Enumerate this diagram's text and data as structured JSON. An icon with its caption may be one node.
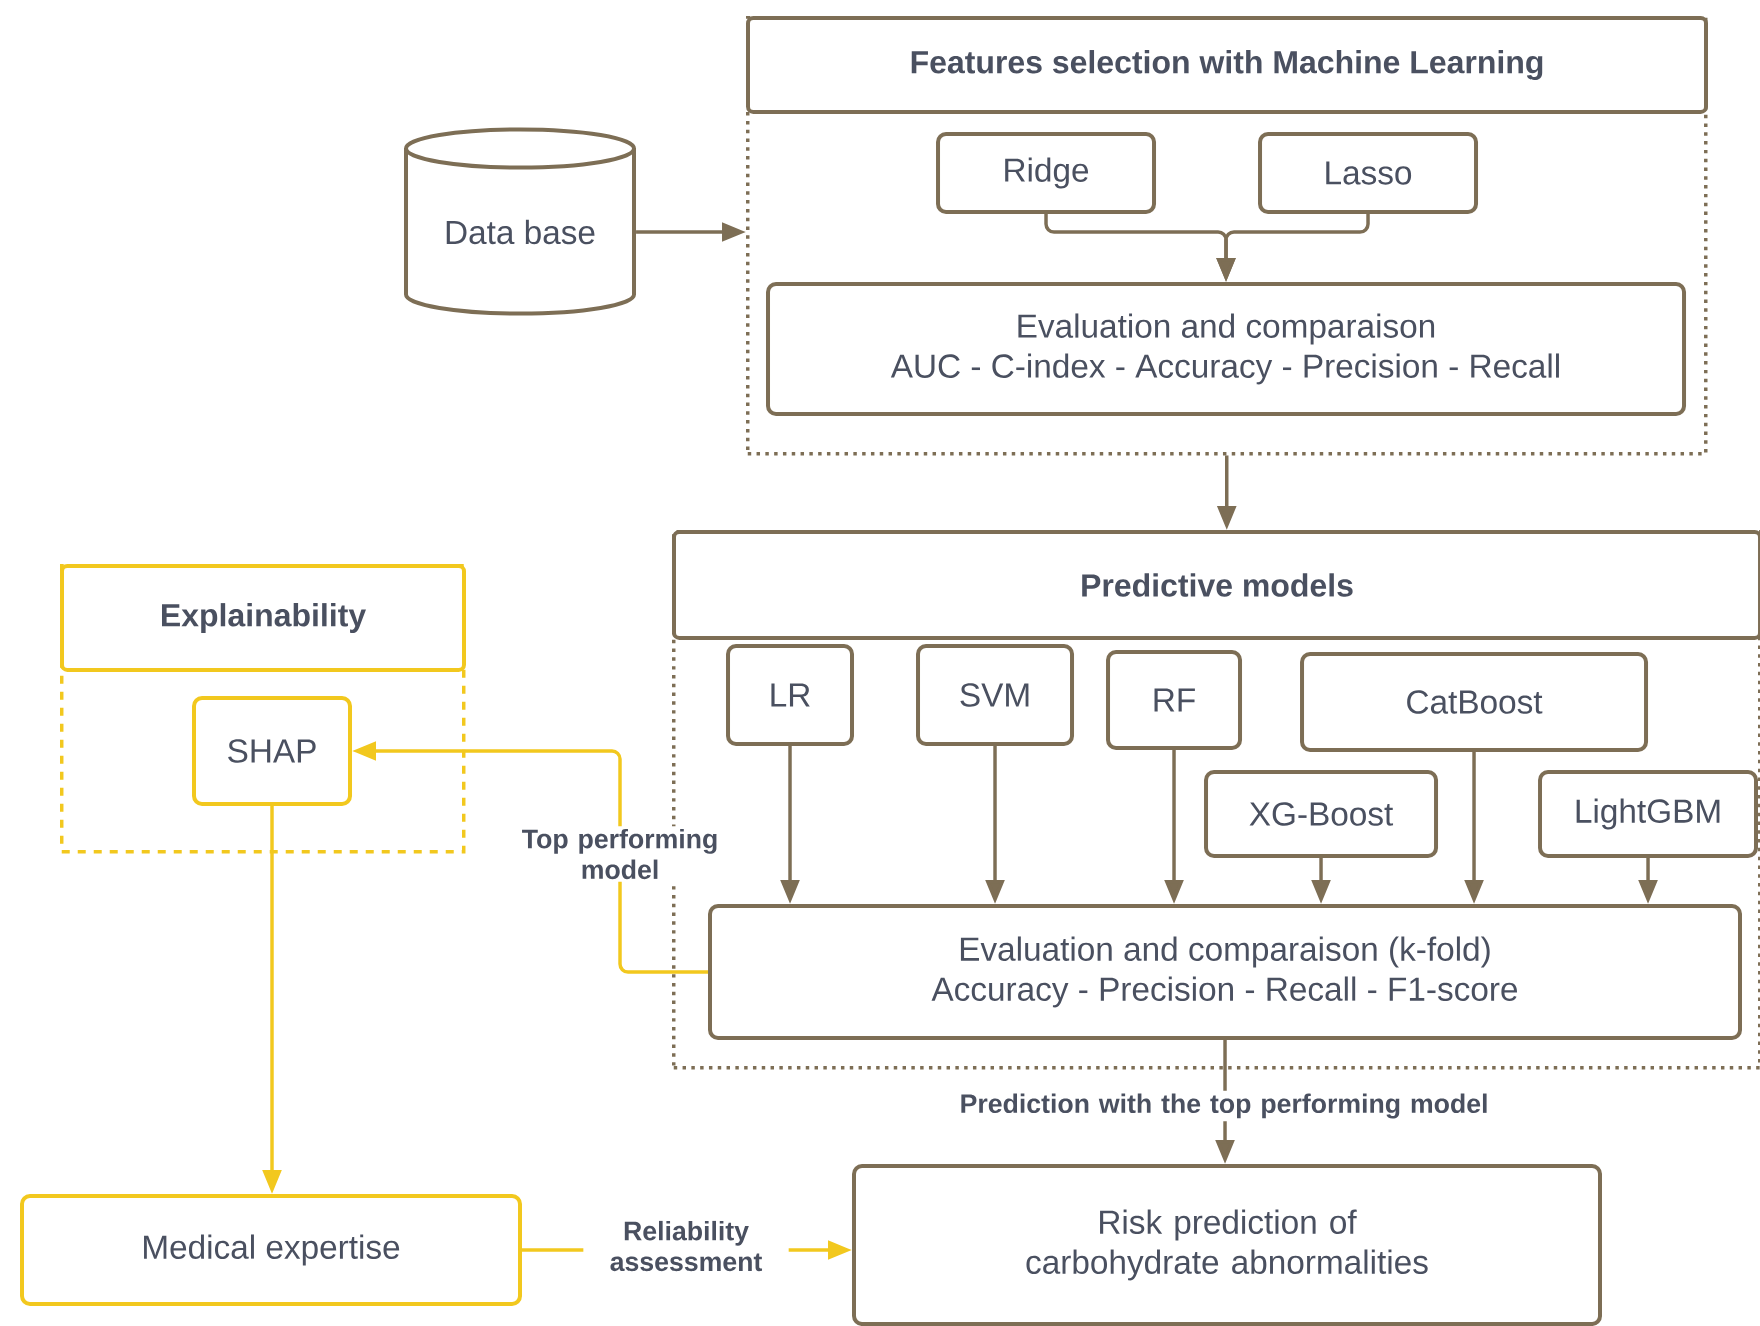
{
  "diagram": {
    "nodes": [
      {
        "text": [
          "Features selection with Machine Learning"
        ]
      },
      {
        "text": [
          "Ridge"
        ],
        "in": 0
      },
      {
        "text": [
          "Lasso"
        ],
        "in": 0
      },
      {
        "text": [
          "Evaluation and comparaison",
          "AUC - C-index - Accuracy - Precision - Recall"
        ],
        "in": 0
      },
      {
        "text": [
          "Data base"
        ]
      },
      {
        "text": [
          "Predictive models"
        ]
      },
      {
        "text": [
          "LR"
        ],
        "in": 5
      },
      {
        "text": [
          "SVM"
        ],
        "in": 5
      },
      {
        "text": [
          "RF"
        ],
        "in": 5
      },
      {
        "text": [
          "CatBoost"
        ],
        "in": 5
      },
      {
        "text": [
          "XG-Boost"
        ],
        "in": 5
      },
      {
        "text": [
          "LightGBM"
        ],
        "in": 5
      },
      {
        "text": [
          "Evaluation and comparaison (k-fold)",
          "Accuracy - Precision - Recall - F1-score"
        ],
        "in": 5
      },
      {
        "text": [
          "Explainability"
        ]
      },
      {
        "text": [
          "SHAP"
        ],
        "in": 13
      },
      {
        "text": [
          "Medical expertise"
        ]
      },
      {
        "text": [
          "Risk prediction of carbohydrate abnormalities"
        ]
      }
    ],
    "edges": [
      {
        "from": 4,
        "to": 0,
        "arrow": "to"
      },
      {
        "from": 1,
        "to": 3,
        "arrow": "to"
      },
      {
        "from": 2,
        "to": 3,
        "arrow": "to"
      },
      {
        "from": 0,
        "to": 5,
        "arrow": "to"
      },
      {
        "from": 6,
        "to": 12,
        "arrow": "to"
      },
      {
        "from": 7,
        "to": 12,
        "arrow": "to"
      },
      {
        "from": 8,
        "to": 12,
        "arrow": "to"
      },
      {
        "from": 9,
        "to": 12,
        "arrow": "to"
      },
      {
        "from": 10,
        "to": 12,
        "arrow": "to"
      },
      {
        "from": 11,
        "to": 12,
        "arrow": "to"
      },
      {
        "from": 12,
        "to": 14,
        "arrow": "to",
        "label": "Top performing model",
        "color": "#f2c81e"
      },
      {
        "from": 12,
        "to": 16,
        "arrow": "to",
        "label": "Prediction with the top performing model"
      },
      {
        "from": 14,
        "to": 15,
        "arrow": "to",
        "color": "#f2c81e"
      },
      {
        "from": 15,
        "to": 16,
        "arrow": "to",
        "label": "Reliability assessment",
        "color": "#f2c81e"
      }
    ]
  }
}
